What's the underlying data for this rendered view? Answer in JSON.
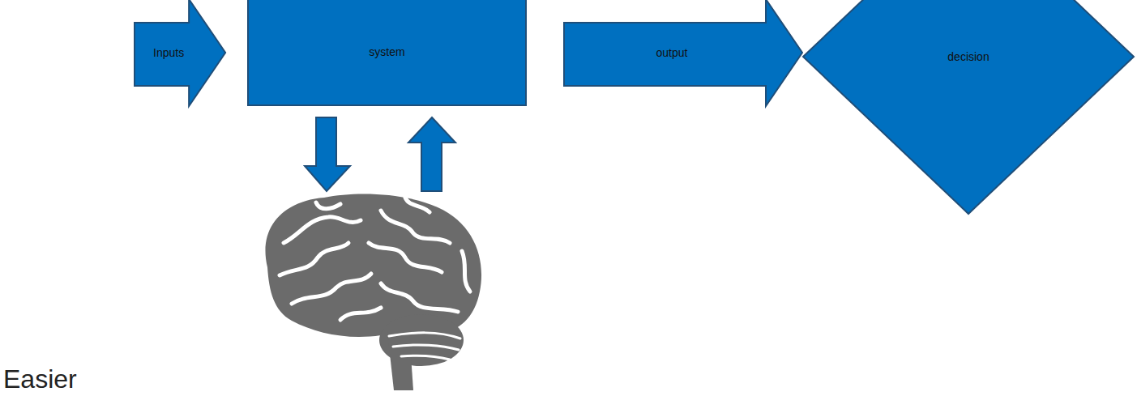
{
  "diagram": {
    "nodes": [
      {
        "text": [
          "Inputs"
        ]
      },
      {
        "text": [
          "system"
        ]
      },
      {
        "text": [
          "output"
        ]
      },
      {
        "text": [
          "decision"
        ]
      }
    ],
    "labels": [
      "Easier"
    ]
  }
}
